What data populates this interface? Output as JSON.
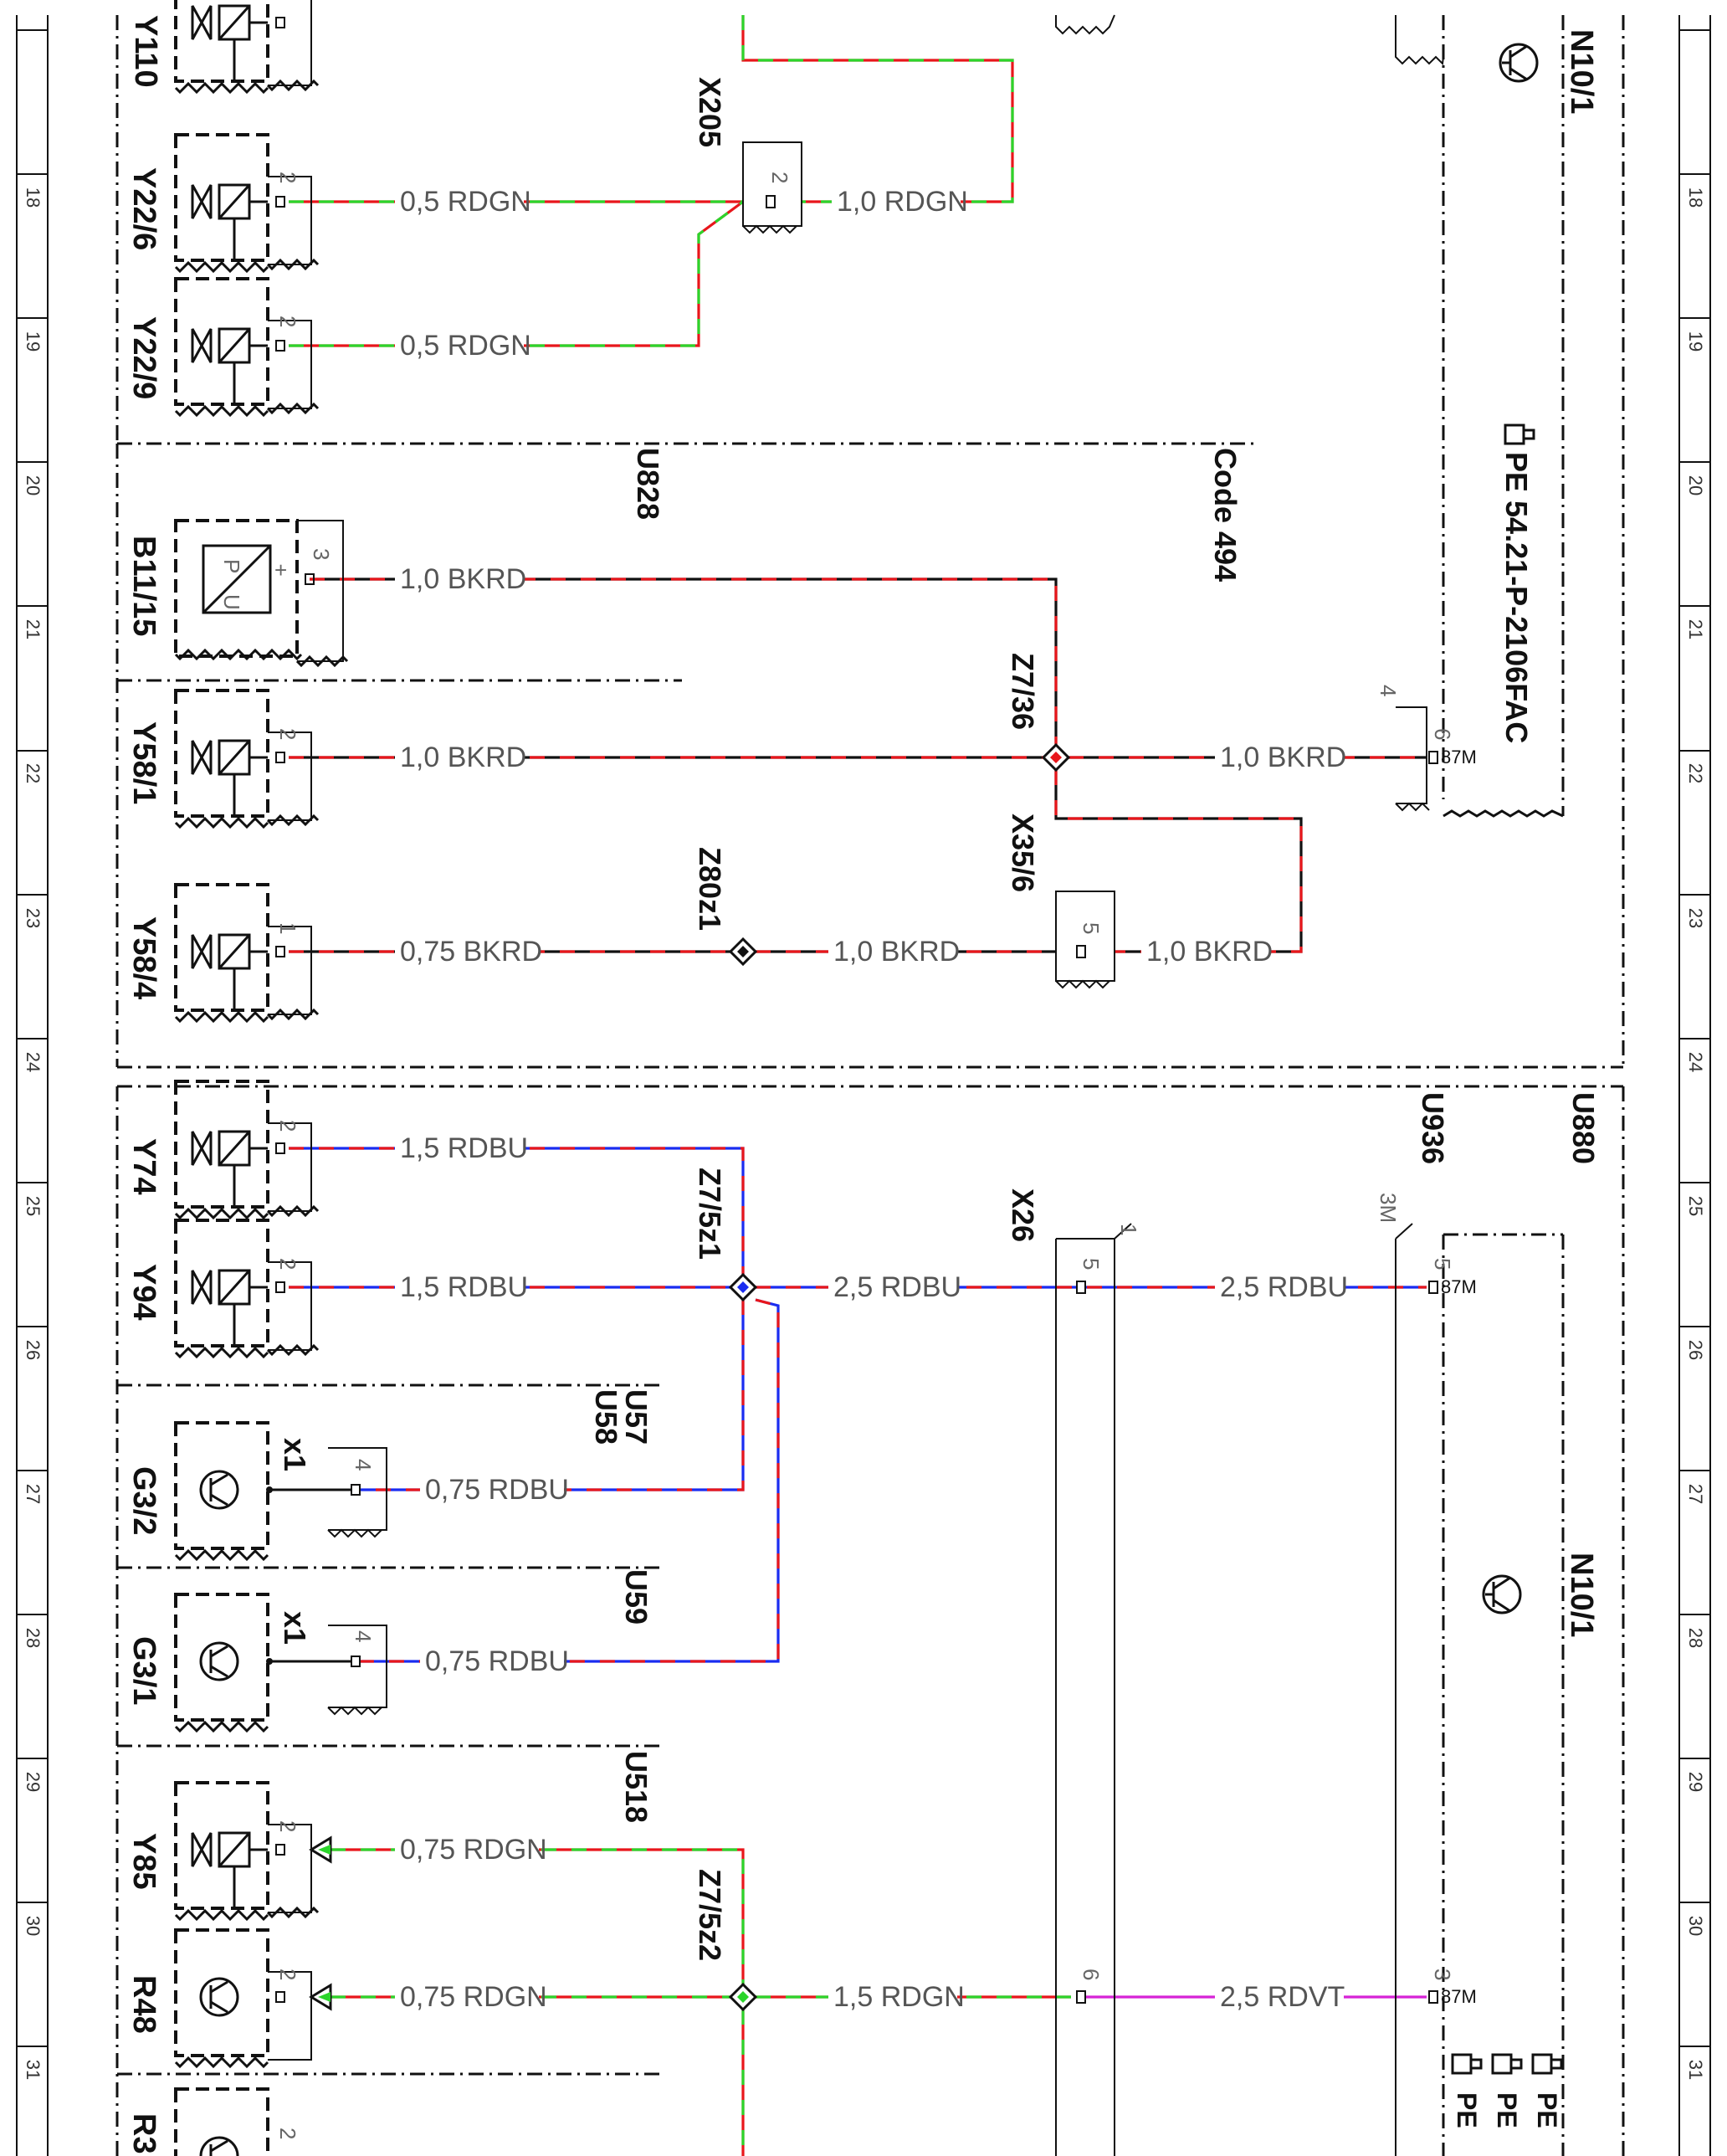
{
  "grid_rows": [
    "18",
    "19",
    "20",
    "21",
    "22",
    "23",
    "24",
    "25",
    "26",
    "27",
    "28",
    "29",
    "30",
    "31"
  ],
  "components": {
    "top_partial": "Y110",
    "y22_6": "Y22/6",
    "y22_9": "Y22/9",
    "b11_15": "B11/15",
    "y58_1": "Y58/1",
    "y58_4": "Y58/4",
    "y74": "Y74",
    "y94": "Y94",
    "g3_2": "G3/2",
    "g3_1": "G3/1",
    "y85": "Y85",
    "r48": "R48",
    "bottom_partial": "R3",
    "n10_1": "N10/1"
  },
  "connectors": {
    "x205": "X205",
    "x35_6": "X35/6",
    "x26": "X26",
    "z7_36": "Z7/36",
    "z80z1": "Z80z1",
    "z7_5z1": "Z7/5z1",
    "z7_5z2": "Z7/5z2",
    "x1_a": "x1",
    "x1_b": "x1"
  },
  "groups": {
    "u828": "U828",
    "code494": "Code 494",
    "u936": "U936",
    "u880": "U880",
    "u57": "U57",
    "u58": "U58",
    "u59": "U59",
    "u518": "U518"
  },
  "reference": {
    "pe_main": "PE 54.21-P-2106FAC",
    "pe_small_1": "PE",
    "pe_small_2": "PE",
    "pe_small_3": "PE"
  },
  "wires": {
    "w_y22_6": "0,5 RDGN",
    "w_x205_out": "1,0 RDGN",
    "w_y22_9": "0,5 RDGN",
    "w_b11_15": "1,0 BKRD",
    "w_y58_1": "1,0 BKRD",
    "w_n10_87m_a": "1,0 BKRD",
    "w_y58_4": "0,75 BKRD",
    "w_z80_out": "1,0 BKRD",
    "w_x35_out": "1,0 BKRD",
    "w_y74": "1,5 RDBU",
    "w_y94": "1,5 RDBU",
    "w_z7_5z1_out": "2,5 RDBU",
    "w_x26_out": "2,5 RDBU",
    "w_g3_2": "0,75 RDBU",
    "w_g3_1": "0,75 RDBU",
    "w_y85": "0,75 RDGN",
    "w_r48": "0,75 RDGN",
    "w_z7_5z2_out": "1,5 RDGN",
    "w_rdvt": "2,5 RDVT"
  },
  "pins": {
    "y22_6": "2",
    "y22_9": "2",
    "b11_15": "3",
    "b11_plus": "+",
    "y58_1": "2",
    "y58_4": "1",
    "y74": "2",
    "y94": "2",
    "g3_2": "4",
    "g3_1": "4",
    "y85": "2",
    "r48": "2",
    "r3": "2",
    "x205": "2",
    "x35_6": "5",
    "x26_top": "1",
    "x26_a": "5",
    "x26_b": "6",
    "n10_a_top": "4",
    "n10_a": "6",
    "n10_b_top": "3M",
    "n10_b": "5",
    "n10_c": "3",
    "m87_a": "87M",
    "m87_b": "87M",
    "m87_c": "87M",
    "sensor_p": "P",
    "sensor_u": "U"
  },
  "colors": {
    "red": "#e8161b",
    "green": "#2bd52b",
    "blue": "#1a2cf0",
    "violet": "#d623d6",
    "black": "#111111",
    "gray": "#666666"
  }
}
